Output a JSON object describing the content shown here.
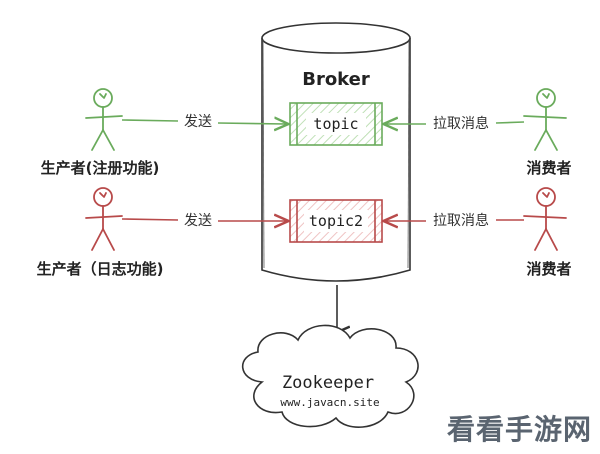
{
  "broker": {
    "title": "Broker"
  },
  "topics": [
    {
      "name": "topic"
    },
    {
      "name": "topic2"
    }
  ],
  "producers": [
    {
      "label": "生产者(注册功能)",
      "arrow_label": "发送"
    },
    {
      "label": "生产者（日志功能)",
      "arrow_label": "发送"
    }
  ],
  "consumers": [
    {
      "label": "消费者",
      "arrow_label": "拉取消息"
    },
    {
      "label": "消费者",
      "arrow_label": "拉取消息"
    }
  ],
  "zookeeper": {
    "title": "Zookeeper",
    "url": "www.javacn.site"
  },
  "watermark": {
    "text": "看看手游网"
  },
  "colors": {
    "green": "#6aab5c",
    "red": "#b84a4a",
    "stroke": "#333333"
  }
}
